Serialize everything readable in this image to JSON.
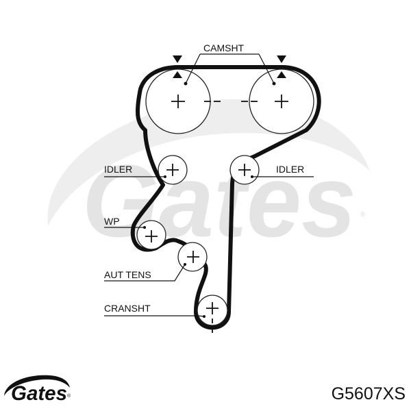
{
  "diagram": {
    "labels": {
      "camshaft": "CAMSHT",
      "idler_left": "IDLER",
      "idler_right": "IDLER",
      "water_pump": "WP",
      "auto_tensioner": "AUT TENS",
      "crankshaft": "CRANSHT"
    },
    "part_number": "G5607XS"
  },
  "branding": {
    "watermark_text": "Gates",
    "watermark_registered": "®",
    "logo_text": "Gates",
    "logo_registered": "®",
    "watermark_color": "#e4e4e4",
    "ink_color": "#111111"
  }
}
